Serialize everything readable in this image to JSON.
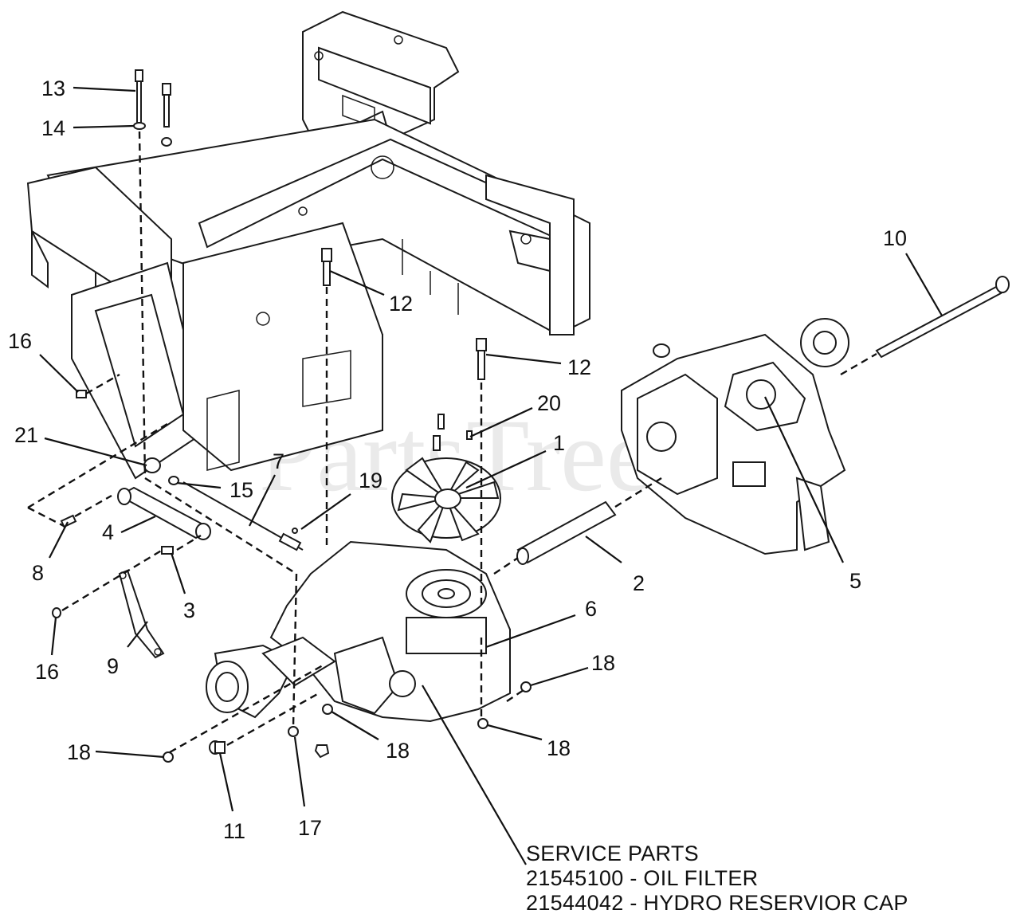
{
  "watermark": "PartsTree",
  "callouts": [
    {
      "id": "c13",
      "text": "13"
    },
    {
      "id": "c14",
      "text": "14"
    },
    {
      "id": "c16a",
      "text": "16"
    },
    {
      "id": "c21",
      "text": "21"
    },
    {
      "id": "c15",
      "text": "15"
    },
    {
      "id": "c7",
      "text": "7"
    },
    {
      "id": "c19",
      "text": "19"
    },
    {
      "id": "c4",
      "text": "4"
    },
    {
      "id": "c8",
      "text": "8"
    },
    {
      "id": "c3",
      "text": "3"
    },
    {
      "id": "c16b",
      "text": "16"
    },
    {
      "id": "c9",
      "text": "9"
    },
    {
      "id": "c12a",
      "text": "12"
    },
    {
      "id": "c12b",
      "text": "12"
    },
    {
      "id": "c20",
      "text": "20"
    },
    {
      "id": "c1",
      "text": "1"
    },
    {
      "id": "c10",
      "text": "10"
    },
    {
      "id": "c2",
      "text": "2"
    },
    {
      "id": "c5",
      "text": "5"
    },
    {
      "id": "c6",
      "text": "6"
    },
    {
      "id": "c18a",
      "text": "18"
    },
    {
      "id": "c18b",
      "text": "18"
    },
    {
      "id": "c18c",
      "text": "18"
    },
    {
      "id": "c18d",
      "text": "18"
    },
    {
      "id": "c11",
      "text": "11"
    },
    {
      "id": "c17",
      "text": "17"
    }
  ],
  "service_parts": {
    "heading": "SERVICE PARTS",
    "lines": [
      "21545100 - OIL FILTER",
      "21544042 - HYDRO RESERVIOR CAP"
    ]
  },
  "colors": {
    "line": "#1a1a1a",
    "watermark": "#d9d9d9",
    "background": "#ffffff"
  }
}
